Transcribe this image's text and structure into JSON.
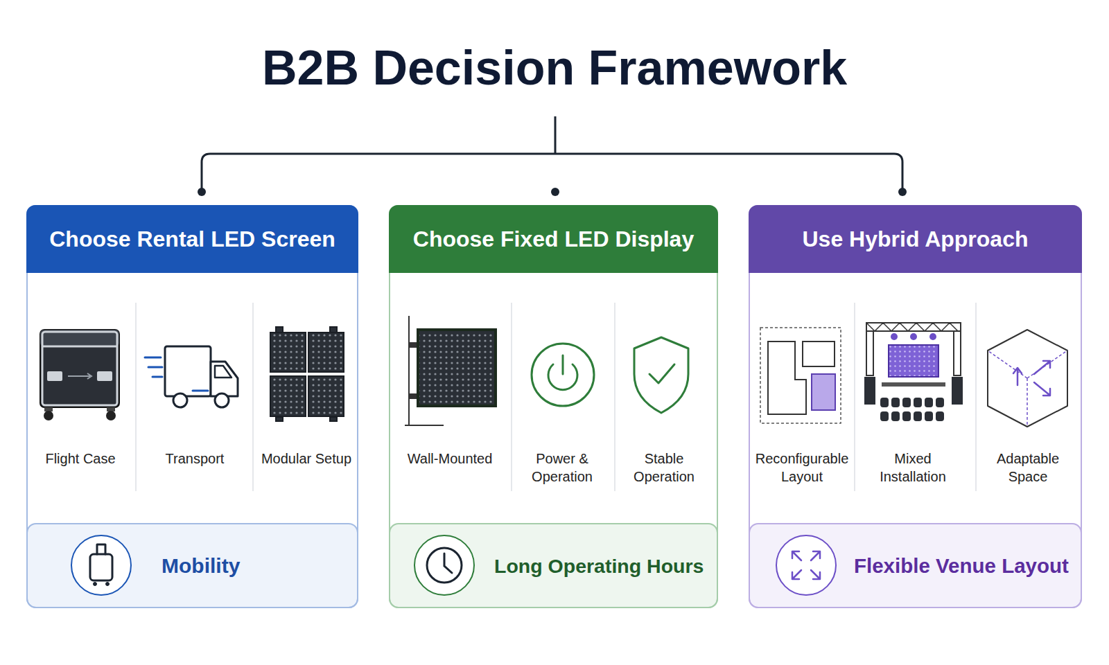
{
  "diagram": {
    "title": "B2B Decision Framework",
    "nodes": [
      {
        "text": [
          "Choose Rental LED Screen"
        ]
      },
      {
        "text": [
          "Mobility"
        ],
        "in": 0
      },
      {
        "text": [
          "Choose Fixed LED Display"
        ]
      },
      {
        "text": [
          "Long Operating Hours"
        ],
        "in": 2
      },
      {
        "text": [
          "Use Hybrid Approach"
        ]
      },
      {
        "text": [
          "Flexible Venue Layout"
        ],
        "in": 4
      }
    ],
    "labels": [
      "Flight Case",
      "Transport",
      "Modular Setup",
      "Wall-Mounted",
      "Power & Operation",
      "Stable Operation",
      "Reconfigurable Layout",
      "Mixed Installation",
      "Adaptable Space"
    ]
  }
}
